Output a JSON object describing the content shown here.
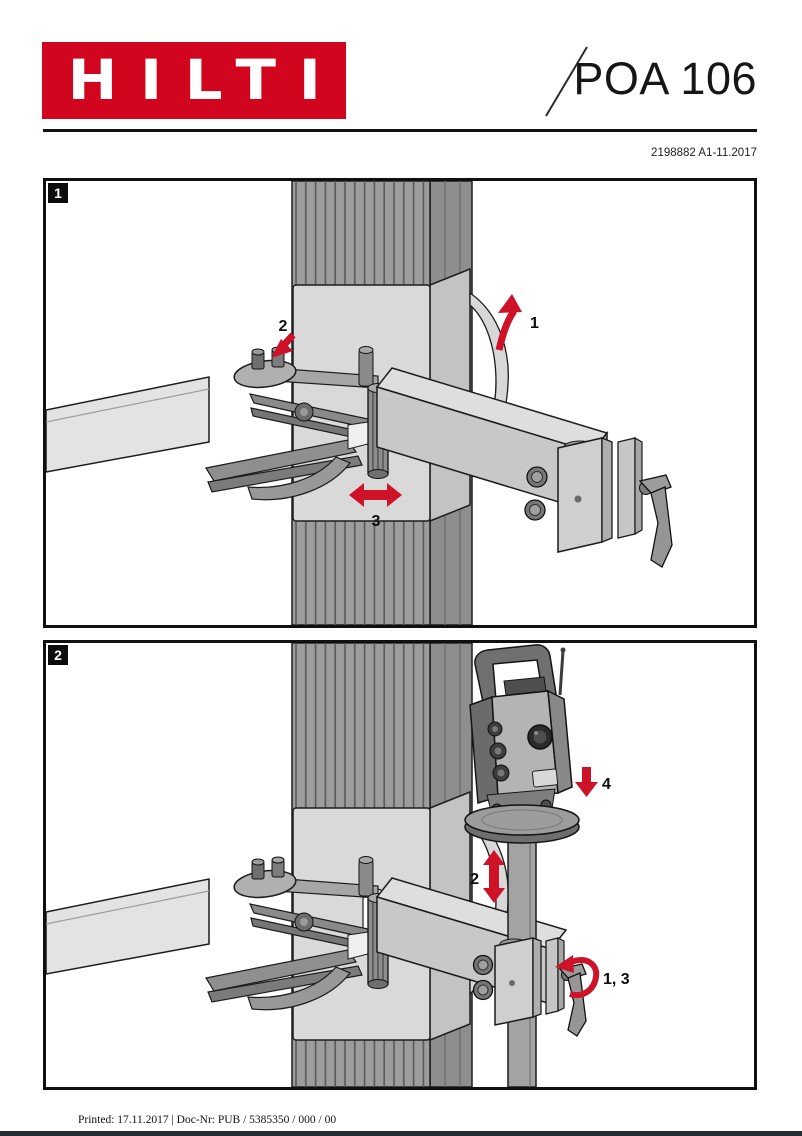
{
  "header": {
    "brand_wordmark": "HILTI",
    "product_title": "POA 106",
    "doc_ref": "2198882 A1-11.2017"
  },
  "figures": [
    {
      "badge": "1",
      "callouts": [
        {
          "label": "1",
          "icon": "rotate-curve-arrow"
        },
        {
          "label": "2",
          "icon": "press-down-arrow"
        },
        {
          "label": "3",
          "icon": "slide-leftright-arrow"
        }
      ]
    },
    {
      "badge": "2",
      "callouts": [
        {
          "label": "4",
          "icon": "down-arrow"
        },
        {
          "label": "2",
          "icon": "updown-arrow"
        },
        {
          "label": "1, 3",
          "icon": "rotate-lever-arrow"
        }
      ]
    }
  ],
  "footer": {
    "printed_line": "Printed: 17.11.2017 | Doc-Nr: PUB / 5385350 / 000 / 00"
  },
  "colors": {
    "brand_red": "#D2051E",
    "arrow_red": "#CE1227",
    "footer_bar": "#242B31"
  }
}
